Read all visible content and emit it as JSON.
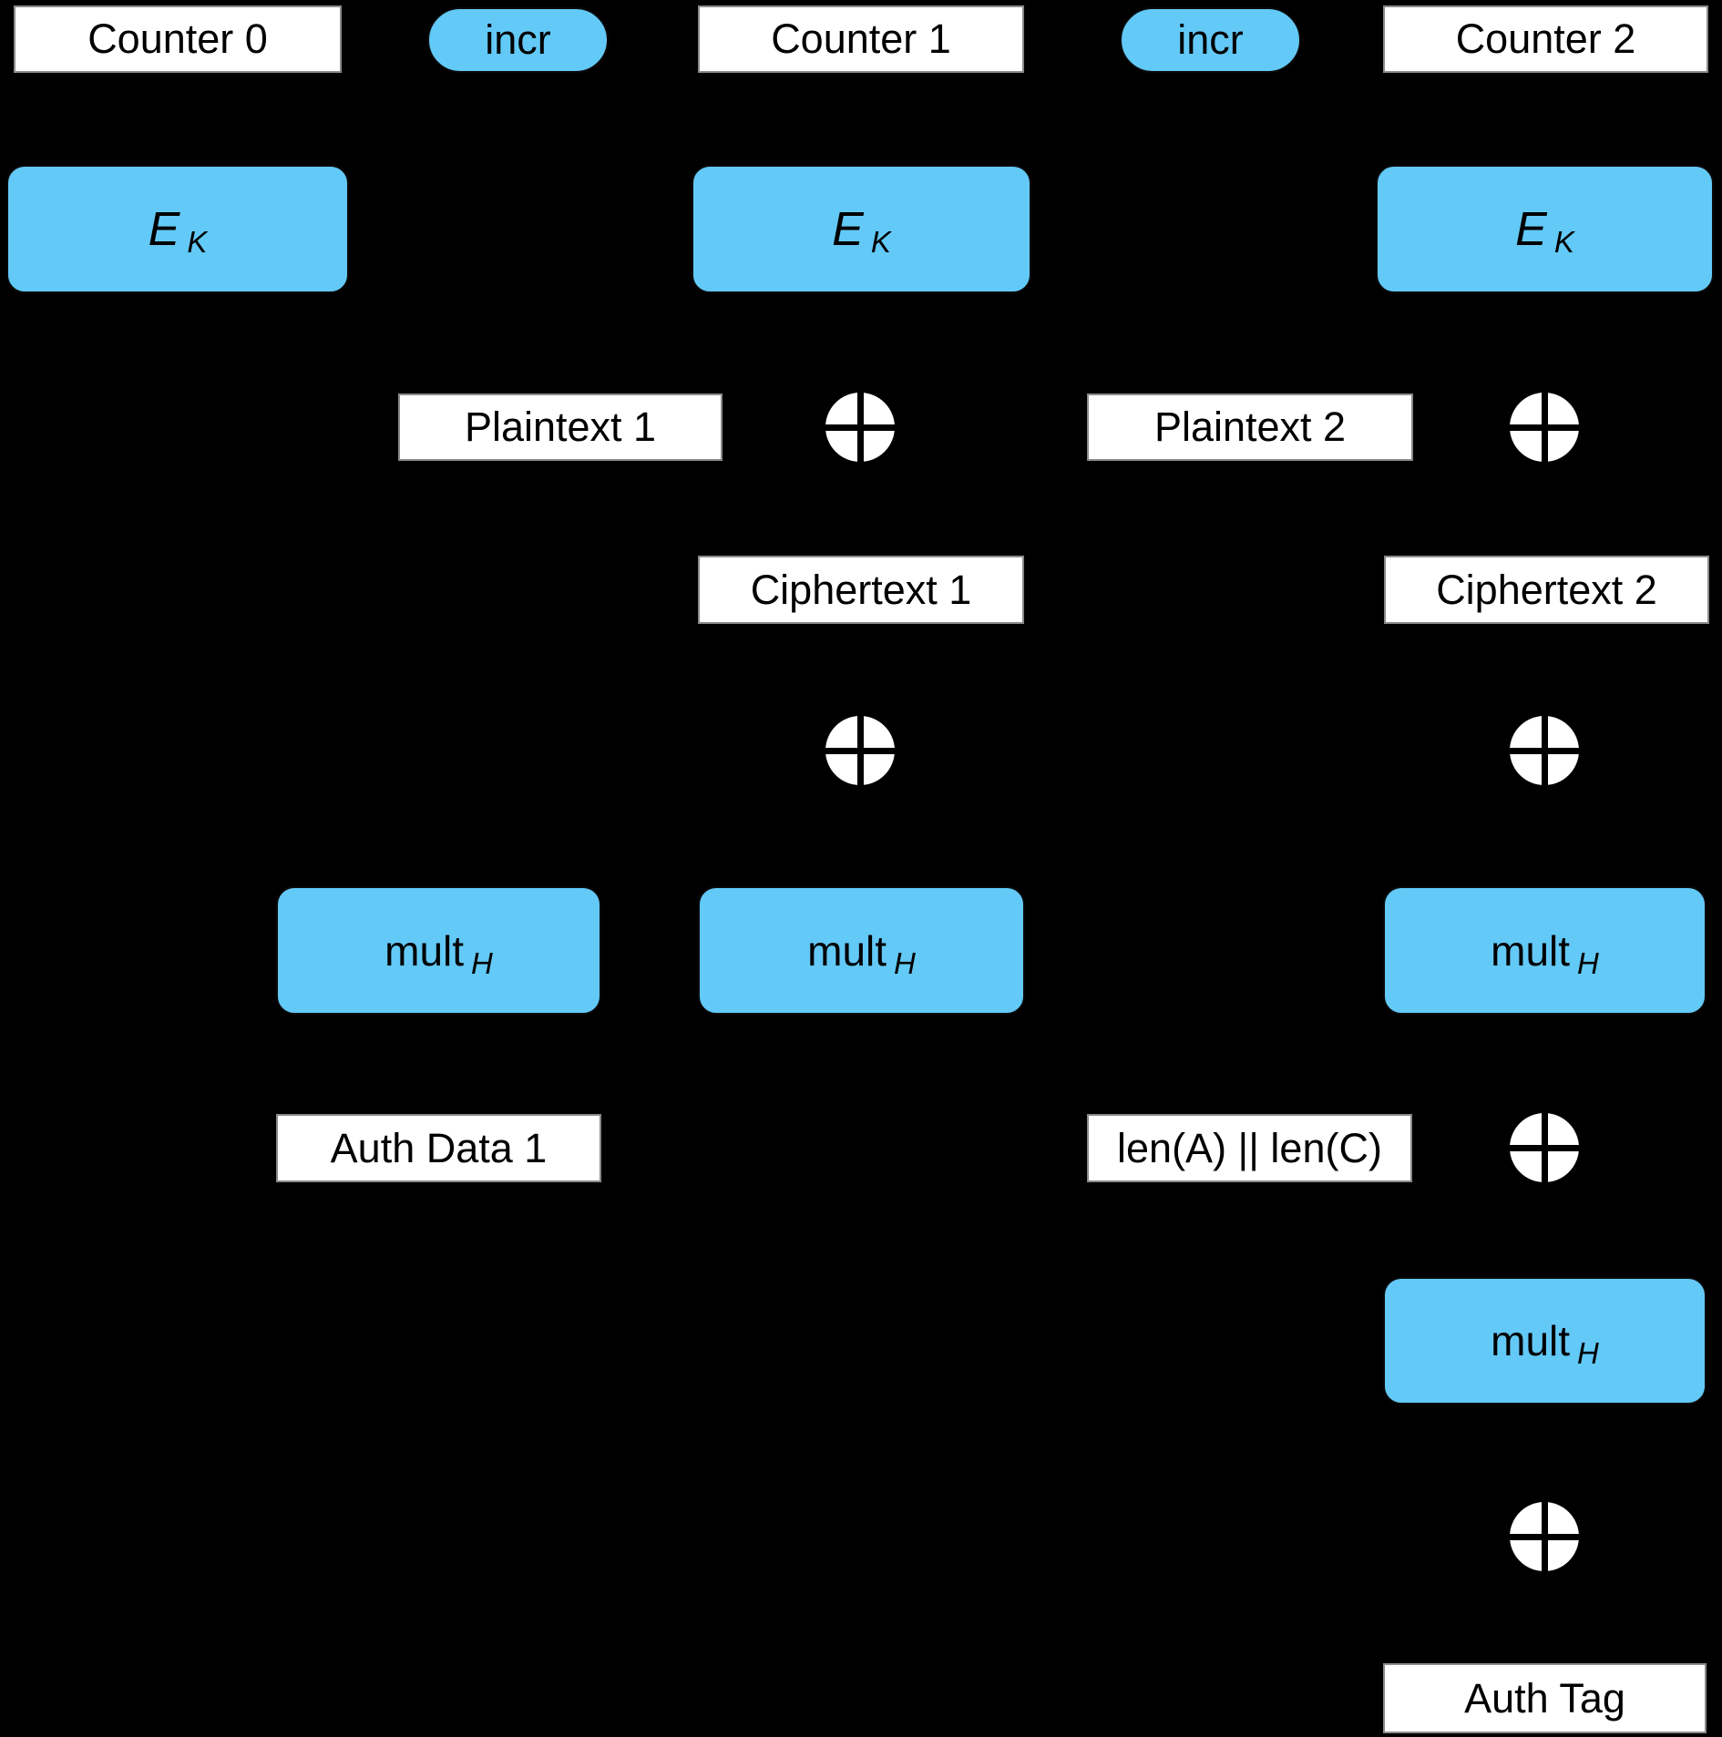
{
  "colors": {
    "background": "#000000",
    "block_blue": "#63c9f7",
    "block_white": "#ffffff",
    "text": "#000000"
  },
  "icons": {
    "xor_symbol": "xor-circle-plus"
  },
  "nodes": {
    "counter0": {
      "label": "Counter 0"
    },
    "incr1": {
      "label": "incr"
    },
    "counter1": {
      "label": "Counter 1"
    },
    "incr2": {
      "label": "incr"
    },
    "counter2": {
      "label": "Counter 2"
    },
    "ek1": {
      "main": "E",
      "sub": "K"
    },
    "ek2": {
      "main": "E",
      "sub": "K"
    },
    "ek3": {
      "main": "E",
      "sub": "K"
    },
    "plaintext1": {
      "label": "Plaintext 1"
    },
    "plaintext2": {
      "label": "Plaintext 2"
    },
    "ciphertext1": {
      "label": "Ciphertext 1"
    },
    "ciphertext2": {
      "label": "Ciphertext 2"
    },
    "mult1": {
      "main": "mult",
      "sub": "H"
    },
    "mult2": {
      "main": "mult",
      "sub": "H"
    },
    "mult3": {
      "main": "mult",
      "sub": "H"
    },
    "mult4": {
      "main": "mult",
      "sub": "H"
    },
    "authdata1": {
      "label": "Auth Data 1"
    },
    "len_concat": {
      "label": "len(A) || len(C)"
    },
    "authtag": {
      "label": "Auth Tag"
    }
  }
}
